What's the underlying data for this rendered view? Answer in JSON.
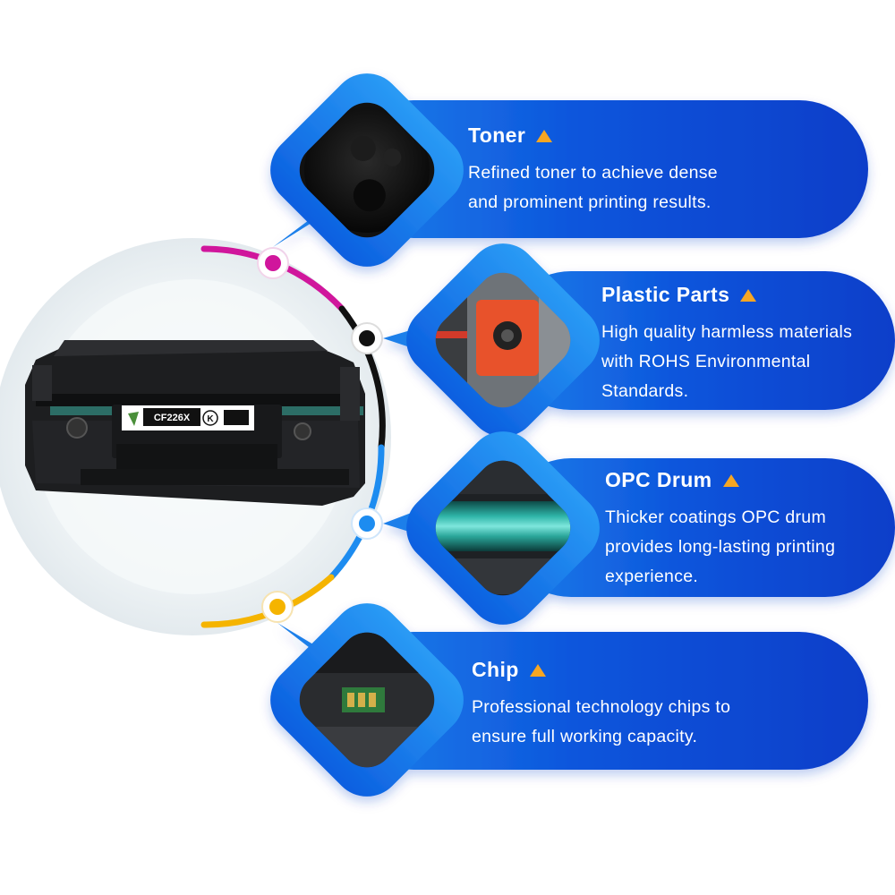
{
  "product": {
    "model_label": "CF226X",
    "color_code": "K"
  },
  "features": [
    {
      "title": "Toner",
      "icon": "warning-triangle-icon",
      "lines": [
        "Refined toner to achieve dense",
        "and prominent printing results."
      ]
    },
    {
      "title": "Plastic Parts",
      "icon": "warning-triangle-icon",
      "lines": [
        "High quality harmless materials",
        "with ROHS Environmental",
        "Standards."
      ]
    },
    {
      "title": "OPC Drum",
      "icon": "warning-triangle-icon",
      "lines": [
        "Thicker coatings OPC drum",
        "provides long-lasting printing",
        "experience."
      ]
    },
    {
      "title": "Chip",
      "icon": "warning-triangle-icon",
      "lines": [
        "Professional technology chips to",
        "ensure full working capacity."
      ]
    }
  ],
  "colors": {
    "card_dark": "#0a3fd0",
    "card_light": "#1d8cf0",
    "accent_orange": "#f6a623",
    "ring_magenta": "#d0169c",
    "ring_black": "#111111",
    "ring_blue": "#1d8cf0",
    "ring_yellow": "#f5b400"
  }
}
